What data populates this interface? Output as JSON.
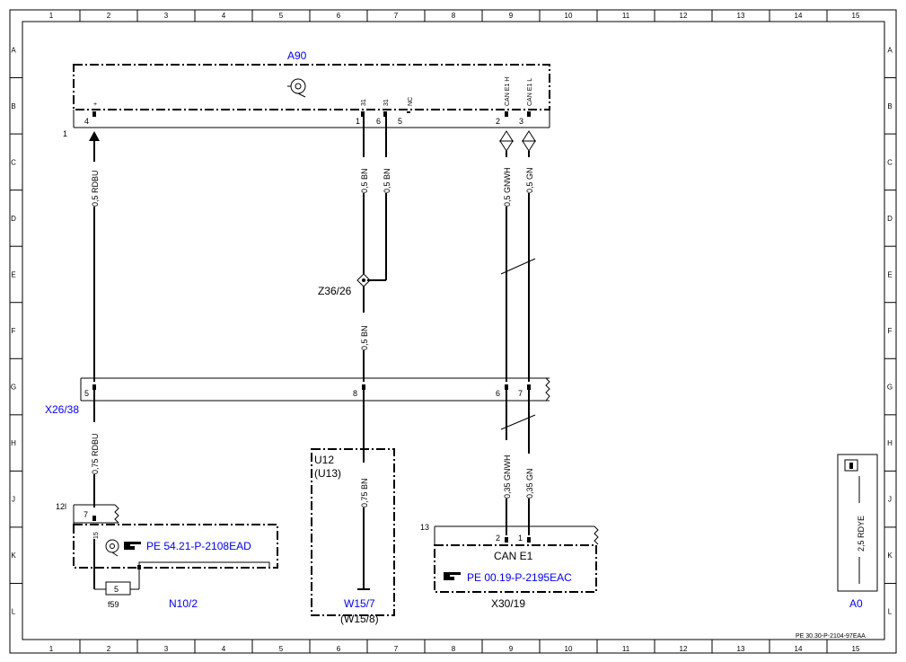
{
  "grid": {
    "columns": [
      "1",
      "2",
      "3",
      "4",
      "5",
      "6",
      "7",
      "8",
      "9",
      "10",
      "11",
      "12",
      "13",
      "14",
      "15"
    ],
    "rows": [
      "A",
      "B",
      "C",
      "D",
      "E",
      "F",
      "G",
      "H",
      "J",
      "K",
      "L"
    ]
  },
  "components": {
    "a90": {
      "label": "A90",
      "pin_label_1": "1"
    },
    "x26": {
      "label": "X26/38"
    },
    "z36": {
      "label": "Z36/26"
    },
    "u12": {
      "label": "U12",
      "sub": "(U13)",
      "w_label": "W15/7",
      "w_sub": "(W15/8)"
    },
    "n10": {
      "label": "N10/2",
      "ref": "PE 54.21-P-2108EAD",
      "num": "12l",
      "fuse_label": "f59",
      "fuse_num": "5",
      "pin_top": "7",
      "pin_inner": "15"
    },
    "x30": {
      "label": "X30/19",
      "can": "CAN E1",
      "ref": "PE 00.19-P-2195EAC",
      "num": "13",
      "pin_a": "2",
      "pin_b": "1"
    },
    "a0": {
      "label": "A0",
      "wire": "2,5 RDYE"
    },
    "doc_ref": "PE 30.30-P-2104-97EAA"
  },
  "pins": {
    "a90": [
      {
        "num": "4",
        "name": "+"
      },
      {
        "num": "1",
        "name": "31"
      },
      {
        "num": "6",
        "name": "31"
      },
      {
        "num": "5",
        "name": "NC"
      },
      {
        "num": "2",
        "name": "CAN E1 H"
      },
      {
        "num": "3",
        "name": "CAN E1 L"
      }
    ],
    "x26": [
      "5",
      "8",
      "6",
      "7"
    ]
  },
  "wires": {
    "w1": "0,5 RDBU",
    "w2": "0,5 BN",
    "w3": "0,5 BN",
    "w4": "0,5 GNWH",
    "w5": "0,5 GN",
    "w6": "0,5 BN",
    "w7": "0,75 RDBU",
    "w8": "0,75 BN",
    "w9": "0,35 GNWH",
    "w10": "0,35 GN"
  }
}
